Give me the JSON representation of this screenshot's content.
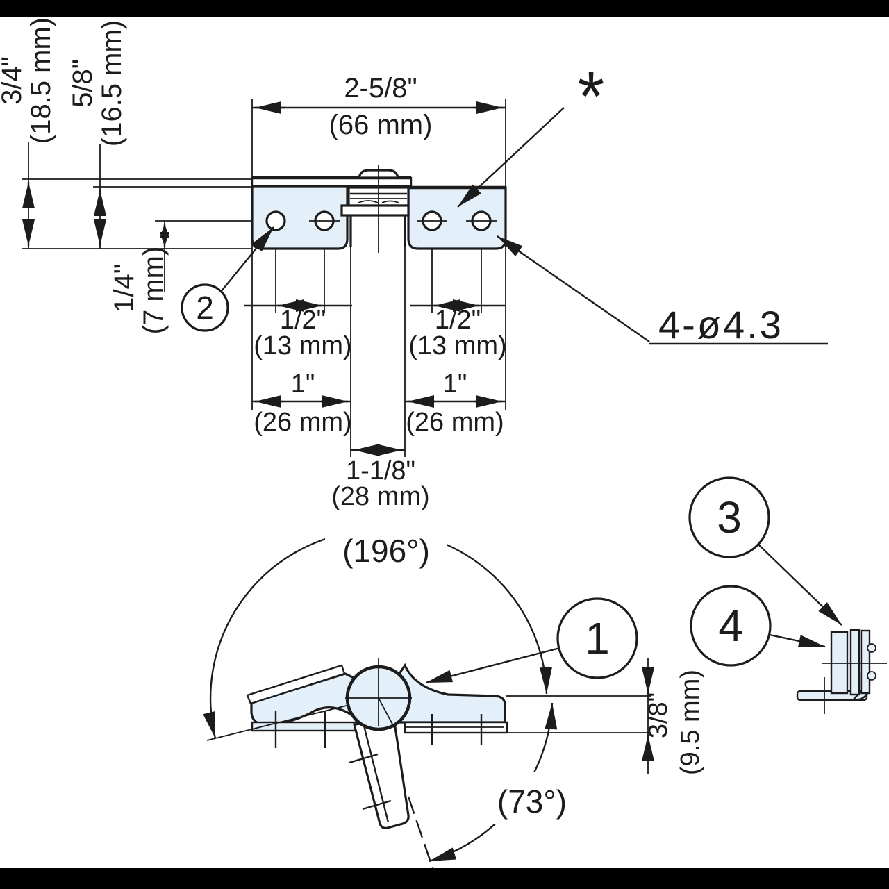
{
  "colors": {
    "part_fill": "#e3eff9",
    "line": "#1c1c1c",
    "bar": "#000000",
    "background": "#ffffff"
  },
  "drawing": {
    "top_view": {
      "width_dim": {
        "in": "2-5/8\"",
        "mm": "(66 mm)"
      },
      "left_height_dim": {
        "in": "3/4\"",
        "mm": "(18.5 mm)"
      },
      "right_height_dim": {
        "in": "5/8\"",
        "mm": "(16.5 mm)"
      },
      "hole_offset_dim": {
        "in": "1/4\"",
        "mm": "(7 mm)"
      },
      "hole_pitch_left": {
        "in": "1/2\"",
        "mm": "(13 mm)"
      },
      "hole_pitch_right": {
        "in": "1/2\"",
        "mm": "(13 mm)"
      },
      "edge_to_pin_left": {
        "in": "1\"",
        "mm": "(26 mm)"
      },
      "edge_to_pin_right": {
        "in": "1\"",
        "mm": "(26 mm)"
      },
      "pin_width_dim": {
        "in": "1-1/8\"",
        "mm": "(28 mm)"
      },
      "hole_note": "4-ø4.3",
      "surface_marker": "*"
    },
    "side_view": {
      "open_angle": "(196°)",
      "stop_angle": "(73°)",
      "thickness_dim": {
        "in": "3/8\"",
        "mm": "(9.5 mm)"
      }
    },
    "callouts": {
      "c1": "1",
      "c2": "2",
      "c3": "3",
      "c4": "4"
    }
  }
}
